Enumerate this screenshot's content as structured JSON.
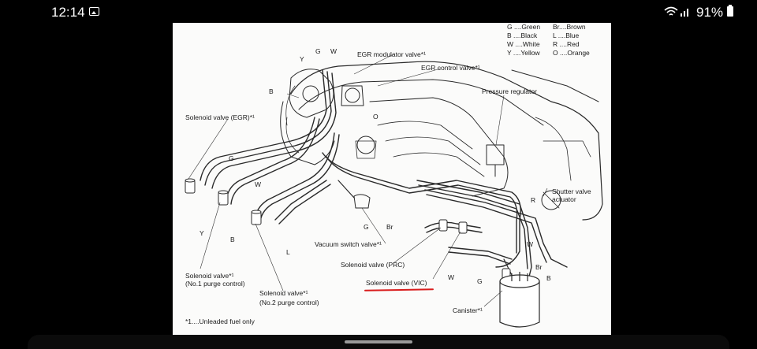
{
  "status_bar": {
    "time": "12:14",
    "battery": "91%",
    "icons": [
      "gallery-icon",
      "wifi-icon",
      "signal-icon",
      "battery-icon"
    ]
  },
  "legend": {
    "rows": [
      [
        "G ....Green",
        "Br....Brown"
      ],
      [
        "B ....Black",
        "L ....Blue"
      ],
      [
        "W ....White",
        "R ....Red"
      ],
      [
        "Y ....Yellow",
        "O ....Orange"
      ]
    ]
  },
  "labels": {
    "egr_modulator": "EGR modulator valve*¹",
    "egr_control": "EGR control valve*¹",
    "pressure_regulator": "Pressure regulator",
    "solenoid_egr": "Solenoid valve (EGR)*¹",
    "shutter_valve_1": "Shutter valve",
    "shutter_valve_2": "actuator",
    "vacuum_switch": "Vacuum switch valve*¹",
    "solenoid_prc": "Solenoid valve (PRC)",
    "solenoid_vic": "Solenoid valve (VIC)",
    "solenoid_no1_1": "Solenoid valve*¹",
    "solenoid_no1_2": "(No.1 purge control)",
    "solenoid_no2_1": "Solenoid valve*¹",
    "solenoid_no2_2": "(No.2 purge control)",
    "canister": "Canister*¹",
    "footnote": "*1....Unleaded fuel only"
  },
  "hose_letters": {
    "y1": "Y",
    "g1": "G",
    "w1": "W",
    "b1": "B",
    "o1": "O",
    "g2": "G",
    "w2": "W",
    "y2": "Y",
    "b2": "B",
    "l1": "L",
    "g3": "G",
    "br1": "Br",
    "r1": "R",
    "w3": "W",
    "w4": "W",
    "g4": "G",
    "b3": "B",
    "br2": "Br"
  },
  "colors": {
    "highlight": "#d91c1c",
    "ink": "#1a1a1a",
    "paper": "#fbfbfa"
  }
}
